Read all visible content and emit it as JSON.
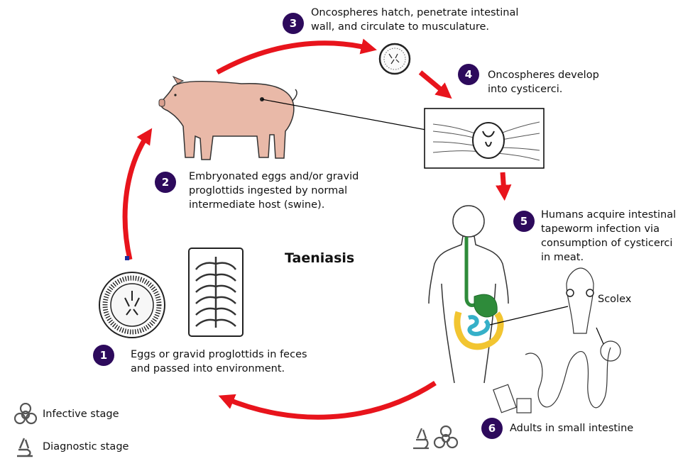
{
  "title": "Taeniasis",
  "steps": [
    {
      "number": "1",
      "text_lines": [
        "Eggs or gravid proglottids in feces",
        "and passed into environment."
      ]
    },
    {
      "number": "2",
      "text_lines": [
        "Embryonated eggs and/or gravid",
        "proglottids ingested by normal",
        "intermediate host (swine)."
      ]
    },
    {
      "number": "3",
      "text_lines": [
        "Oncospheres hatch, penetrate intestinal",
        "wall, and circulate to musculature."
      ]
    },
    {
      "number": "4",
      "text_lines": [
        "Oncospheres develop",
        "into cysticerci."
      ]
    },
    {
      "number": "5",
      "text_lines": [
        "Humans acquire intestinal",
        "tapeworm infection via",
        "consumption of cysticerci",
        "in meat."
      ]
    },
    {
      "number": "6",
      "text_lines": [
        "Adults in small intestine"
      ]
    }
  ],
  "labels": {
    "scolex": "Scolex"
  },
  "legend": {
    "infective": {
      "label": "Infective stage",
      "icon": "biohazard-icon"
    },
    "diagnostic": {
      "label": "Diagnostic stage",
      "icon": "microscope-icon"
    }
  },
  "colors": {
    "arrow": "#e8141c",
    "badge": "#2d0a5c",
    "pig": "#e9b9a8",
    "esophagus": "#2e8b3a",
    "small_intestine": "#36b0c8",
    "large_intestine": "#f2c531"
  }
}
